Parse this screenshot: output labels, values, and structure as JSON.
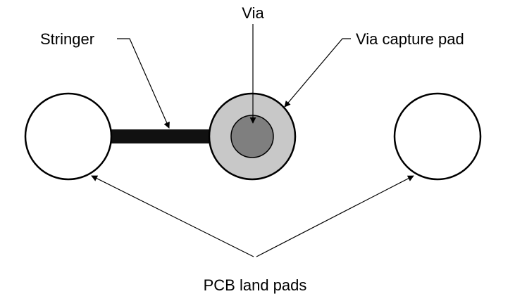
{
  "labels": {
    "via": "Via",
    "stringer": "Stringer",
    "via_capture_pad": "Via capture pad",
    "pcb_land_pads": "PCB land pads"
  },
  "colors": {
    "outline": "#000000",
    "land_pad_fill": "#ffffff",
    "capture_pad_fill": "#c8c8c8",
    "via_fill": "#7f7f7f",
    "stringer_fill": "#111111",
    "background": "#ffffff"
  }
}
